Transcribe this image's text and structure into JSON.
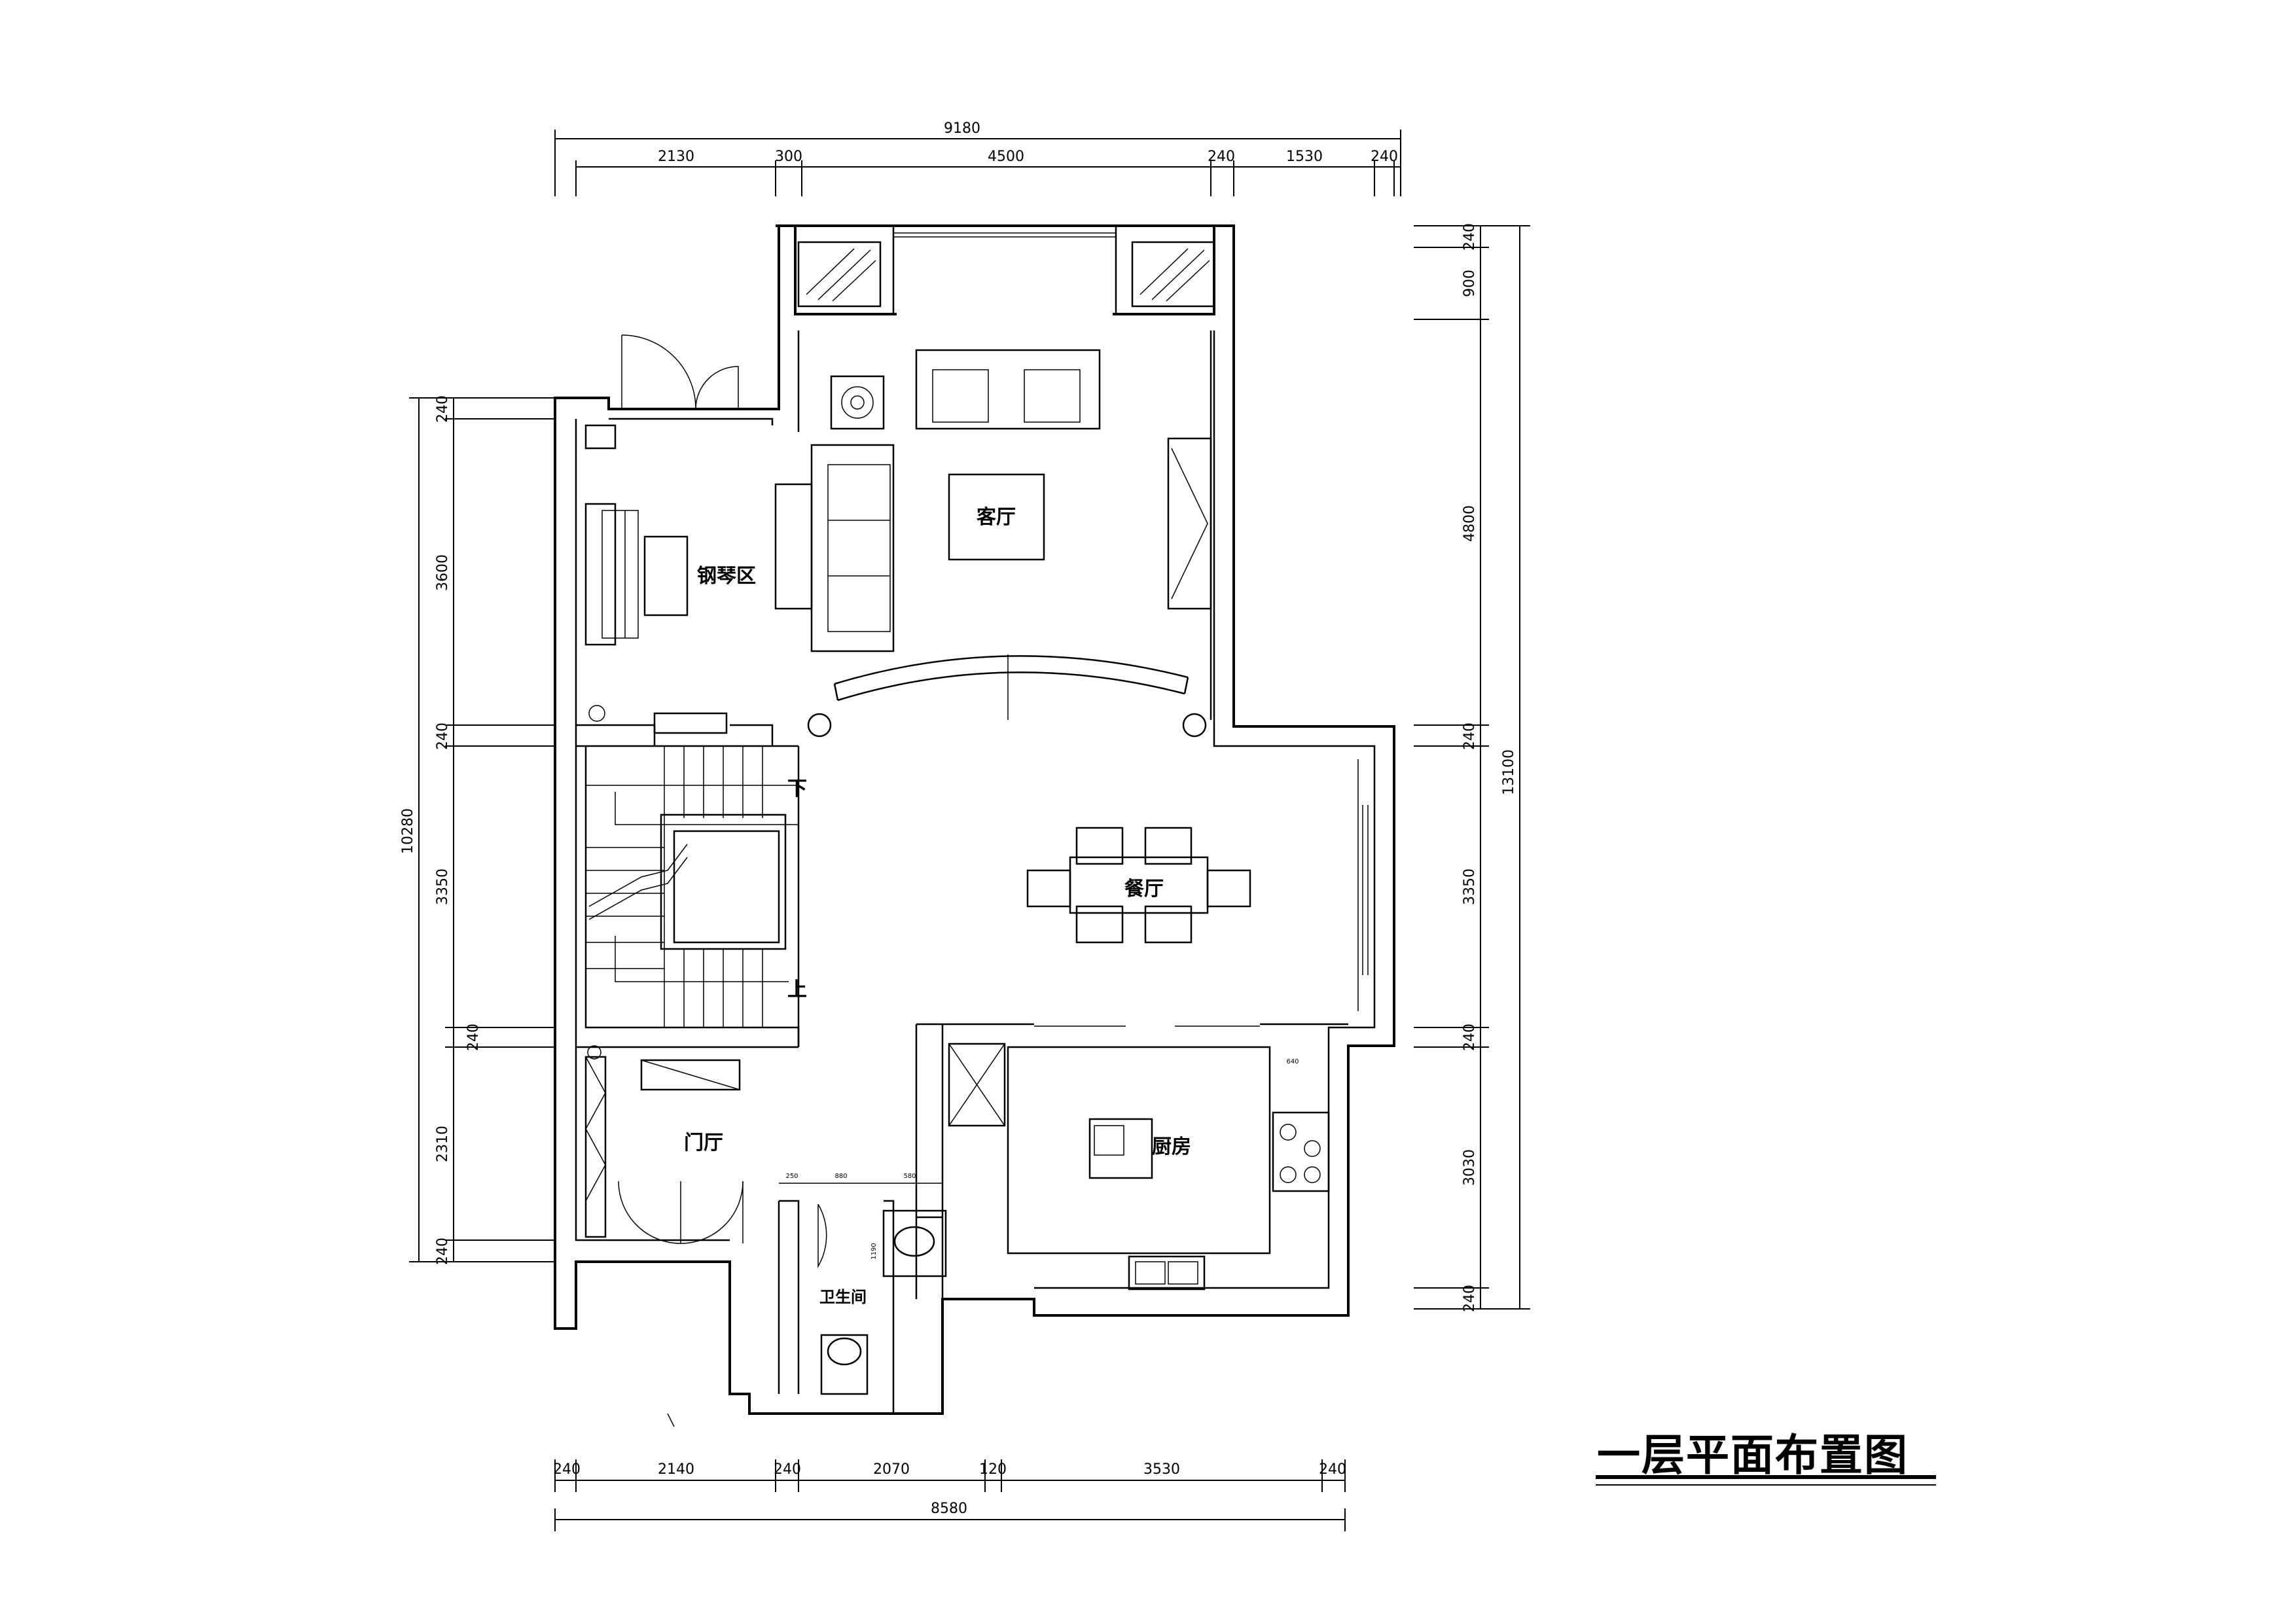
{
  "title": "一层平面布置图",
  "rooms": {
    "living": "客厅",
    "piano": "钢琴区",
    "dining": "餐厅",
    "foyer": "门厅",
    "kitchen": "厨房",
    "bathroom": "卫生间"
  },
  "stair_labels": {
    "down": "下",
    "up": "上"
  },
  "dimensions": {
    "top_total": "9180",
    "top_segments": [
      "2130",
      "300",
      "4500",
      "240",
      "1530",
      "240"
    ],
    "bottom_segments": [
      "240",
      "2140",
      "240",
      "2070",
      "120",
      "3530",
      "240"
    ],
    "bottom_total": "8580",
    "left_total": "10280",
    "left_segments": [
      "240",
      "3600",
      "240",
      "3350",
      "240",
      "2310",
      "240"
    ],
    "right_total": "13100",
    "right_segments": [
      "240",
      "900",
      "4800",
      "240",
      "3350",
      "240",
      "3030",
      "240"
    ],
    "bath_segments": [
      "250",
      "880",
      "580"
    ],
    "bath_height": "1190",
    "counter": "640"
  }
}
